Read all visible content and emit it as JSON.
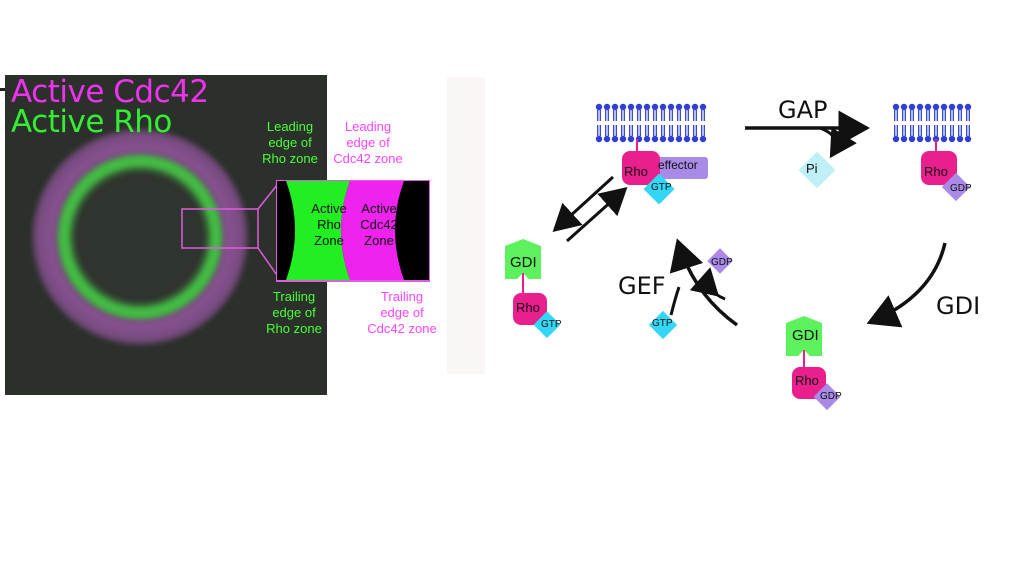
{
  "micrograph": {
    "title_cdc42": "Active Cdc42",
    "title_rho": "Active Rho",
    "leading_rho": [
      "Leading",
      "edge of",
      "Rho zone"
    ],
    "leading_cdc42": [
      "Leading",
      "edge of",
      "Cdc42 zone"
    ],
    "trailing_rho": [
      "Trailing",
      "edge of",
      "Rho zone"
    ],
    "trailing_cdc42": [
      "Trailing",
      "edge of",
      "Cdc42 zone"
    ],
    "zone_rho": [
      "Active",
      "Rho",
      "Zone"
    ],
    "zone_cdc42": [
      "Active",
      "Cdc42",
      "Zone"
    ],
    "colors": {
      "cdc42": "#ef32ef",
      "rho": "#33ee33"
    }
  },
  "cycle": {
    "gap": "GAP",
    "gef": "GEF",
    "gdi_arrow": "GDI",
    "pi": "Pi",
    "top_left": {
      "rho": "Rho",
      "effector": "effector",
      "nucleotide": "GTP"
    },
    "top_right": {
      "rho": "Rho",
      "nucleotide": "GDP"
    },
    "left_complex": {
      "gdi": "GDI",
      "rho": "Rho",
      "nucleotide": "GTP"
    },
    "bottom_complex": {
      "gdi": "GDI",
      "rho": "Rho",
      "nucleotide": "GDP"
    },
    "gef_in": "GTP",
    "gef_out": "GDP",
    "colors": {
      "rho": "#ea1f8e",
      "gtp": "#33d7f5",
      "gdp": "#a98ae6",
      "gdi": "#5df25d",
      "membrane": "#2f3ed6"
    }
  }
}
